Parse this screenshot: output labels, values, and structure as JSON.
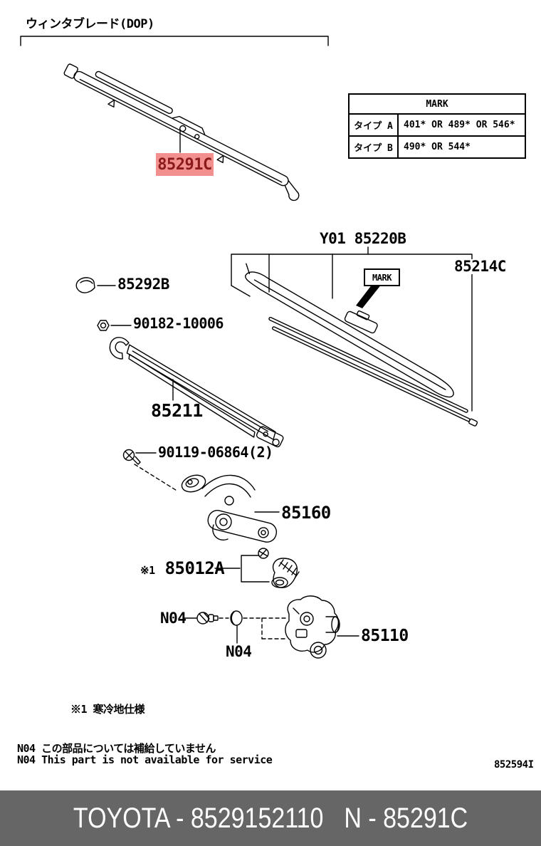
{
  "colors": {
    "highlight_bg": "#f29090",
    "highlight_text": "#8b1a1a",
    "footer_bg": "#666666",
    "footer_text": "#ffffff",
    "line": "#000000",
    "background": "#ffffff"
  },
  "header": {
    "title": "ウィンタブレード(DOP)"
  },
  "mark_table": {
    "header": "MARK",
    "rows": [
      {
        "type": "タイプ A",
        "marks": "401* OR 489* OR 546*"
      },
      {
        "type": "タイプ B",
        "marks": "490* OR 544*"
      }
    ]
  },
  "parts": {
    "winter_blade": {
      "label": "85291C"
    },
    "blade_assy": {
      "label": "Y01 85220B"
    },
    "blade_rubber": {
      "label": "85214C"
    },
    "mark_tag": {
      "label": "MARK"
    },
    "arm_head_cap": {
      "label": "85292B"
    },
    "arm_nut": {
      "label": "90182-10006"
    },
    "wiper_arm": {
      "label": "85211"
    },
    "link_bolt": {
      "label": "90119-06864(2)"
    },
    "wiper_link": {
      "label": "85160"
    },
    "motor_crank": {
      "note_ref": "※1",
      "label": "85012A"
    },
    "motor_bolt_1": {
      "label": "N04"
    },
    "motor_bolt_2": {
      "label": "N04"
    },
    "wiper_motor": {
      "label": "85110"
    }
  },
  "notes": {
    "cold_area": "※1 寒冷地仕様",
    "n04_jp": "N04 この部品については補給していません",
    "n04_en": "N04 This part is not available for service",
    "drawing_number": "852594I"
  },
  "footer": {
    "left": "TOYOTA - 8529152110",
    "right": "N - 85291C"
  }
}
